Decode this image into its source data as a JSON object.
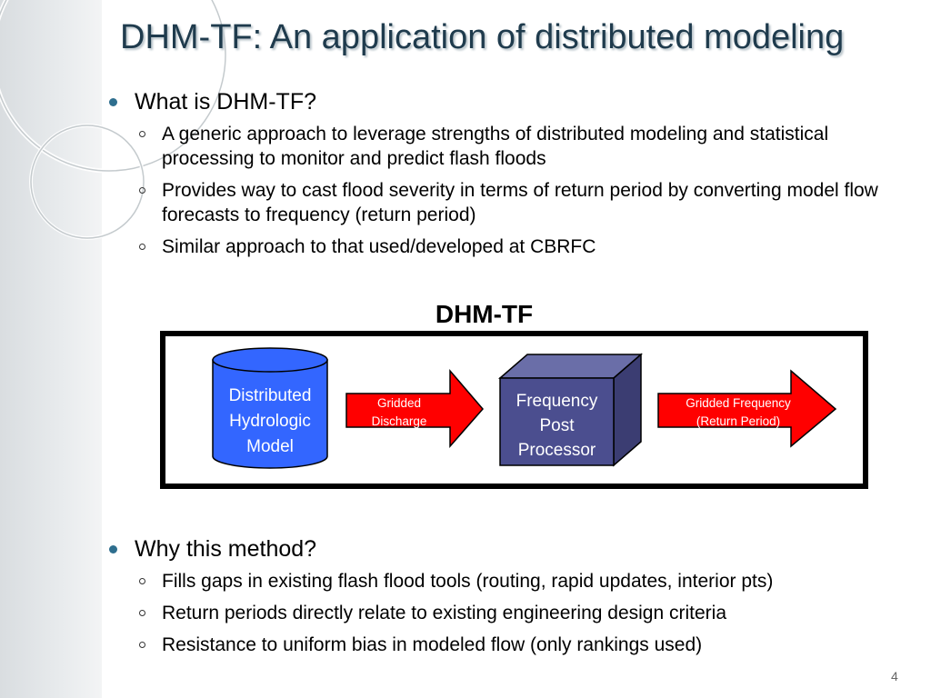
{
  "slide": {
    "title": "DHM-TF: An application of distributed modeling",
    "page_number": "4"
  },
  "section1": {
    "heading": "What is DHM-TF?",
    "items": [
      "A generic approach to leverage strengths of distributed modeling and statistical processing to monitor and predict flash floods",
      "Provides way to cast flood severity in terms of return period by converting model flow forecasts to frequency (return period)",
      "Similar approach to that used/developed at CBRFC"
    ]
  },
  "diagram": {
    "label": "DHM-TF",
    "model_lines": [
      "Distributed",
      "Hydrologic",
      "Model"
    ],
    "arrow1_lines": [
      "Gridded",
      "Discharge"
    ],
    "processor_lines": [
      "Frequency",
      "Post",
      "Processor"
    ],
    "arrow2_lines": [
      "Gridded Frequency",
      "(Return Period)"
    ],
    "colors": {
      "model": "#3366ff",
      "arrow": "#ff0000",
      "processor": "#4b4e8f",
      "frame": "#000000"
    }
  },
  "section2": {
    "heading": "Why this method?",
    "items": [
      "Fills gaps in existing flash flood tools (routing, rapid updates, interior pts)",
      "Return periods directly relate to existing engineering design criteria",
      "Resistance to uniform bias in modeled flow (only rankings used)"
    ]
  }
}
